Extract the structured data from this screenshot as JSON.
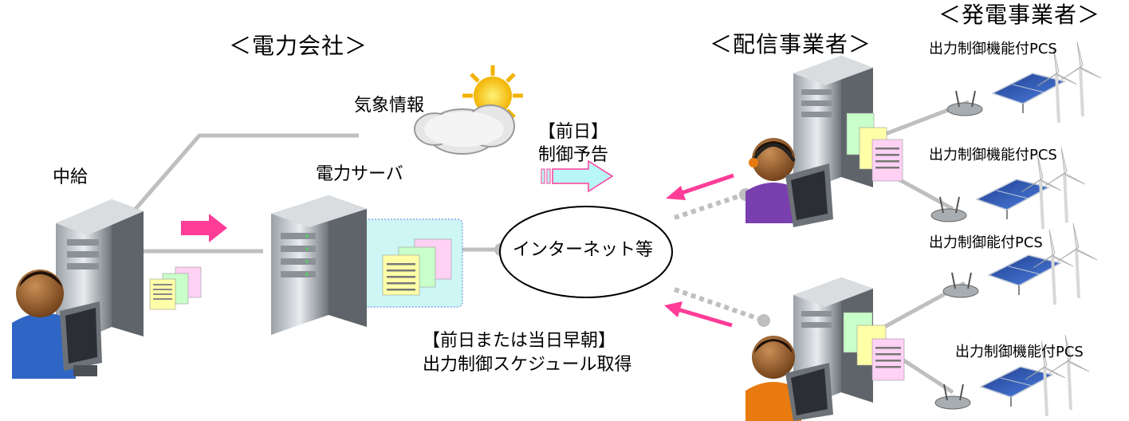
{
  "headers": {
    "power_company": "＜電力会社＞",
    "distributor": "＜配信事業者＞",
    "generator": "＜発電事業者＞"
  },
  "labels": {
    "relay": "中給",
    "power_server": "電力サーバ",
    "weather_info": "気象情報",
    "internet": "インターネット等",
    "prior_notice": "【前日】\n制御予告",
    "schedule_fetch": "【前日または当日早朝】\n出力制御スケジュール取得"
  },
  "pcs_labels": [
    "出力制御機能付PCS",
    "出力制御機能付PCS",
    "出力制御能付PCS",
    "出力制御機能付PCS"
  ],
  "colors": {
    "pink_arrow": "#ff3d97",
    "cyan_arrow": "#b9f6f6",
    "cloud_box": "#cdf6f4",
    "line_gray": "#bfbfbf"
  },
  "icons": [
    "server-tower-icon",
    "operator-icon",
    "sun-cloud-icon",
    "calendar-sheet-icon",
    "solar-panel-icon",
    "wind-turbine-icon",
    "router-icon"
  ]
}
